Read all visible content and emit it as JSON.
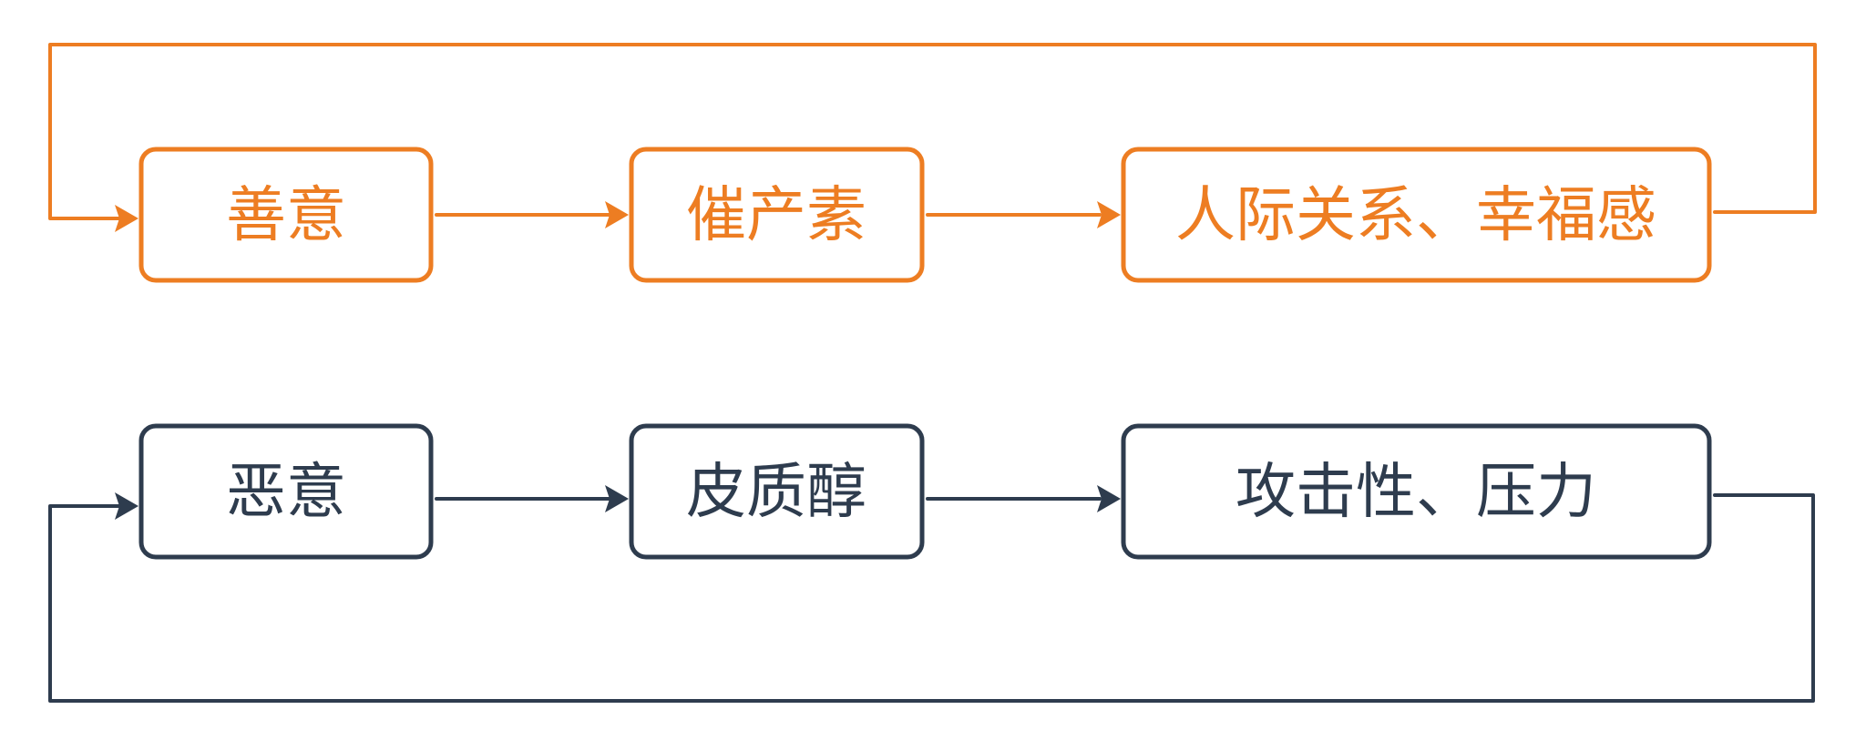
{
  "colors": {
    "positive": "#ed7d22",
    "negative": "#2e3c4e"
  },
  "positive_loop": {
    "nodes": [
      "善意",
      "催产素",
      "人际关系、幸福感"
    ]
  },
  "negative_loop": {
    "nodes": [
      "恶意",
      "皮质醇",
      "攻击性、压力"
    ]
  }
}
